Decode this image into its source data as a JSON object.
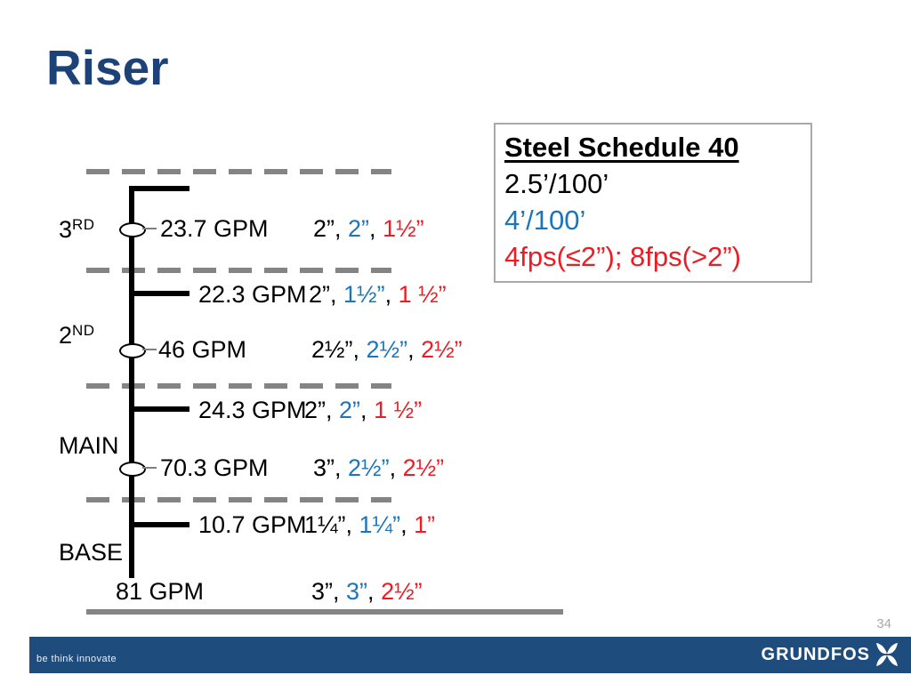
{
  "title": "Riser",
  "page_number": "34",
  "info_box": {
    "heading": "Steel Schedule 40",
    "line_black": "2.5’/100’",
    "line_blue": "4’/100’",
    "line_red": "4fps(≤2”); 8fps(>2”)"
  },
  "diagram": {
    "separator": ", ",
    "floors": [
      {
        "base": "3",
        "sup": "RD"
      },
      {
        "base": "2",
        "sup": "ND"
      },
      {
        "base": "MAIN",
        "sup": ""
      },
      {
        "base": "BASE",
        "sup": ""
      }
    ],
    "rows": [
      {
        "flow": "23.7 GPM",
        "size_black": "2”",
        "size_blue": "2”",
        "size_red": "1½”"
      },
      {
        "flow": "22.3 GPM",
        "size_black": "2”",
        "size_blue": "1½”",
        "size_red": "1 ½”"
      },
      {
        "flow": "46 GPM",
        "size_black": "2½”",
        "size_blue": "2½”",
        "size_red": "2½”"
      },
      {
        "flow": "24.3 GPM",
        "size_black": "2”",
        "size_blue": "2”",
        "size_red": "1 ½”"
      },
      {
        "flow": "70.3 GPM",
        "size_black": "3”",
        "size_blue": "2½”",
        "size_red": "2½”"
      },
      {
        "flow": "10.7 GPM",
        "size_black": "1¼”",
        "size_blue": "1¼”",
        "size_red": "1”"
      },
      {
        "flow": "81 GPM",
        "size_black": "3”",
        "size_blue": "3”",
        "size_red": "2½”"
      }
    ]
  },
  "footer": {
    "tagline": "be think innovate",
    "brand": "GRUNDFOS"
  },
  "colors": {
    "title_blue": "#1D4278",
    "accent_blue": "#1B75BC",
    "accent_red": "#ED1C24",
    "bar_blue": "#1E4C7C",
    "line_gray": "#848484"
  }
}
